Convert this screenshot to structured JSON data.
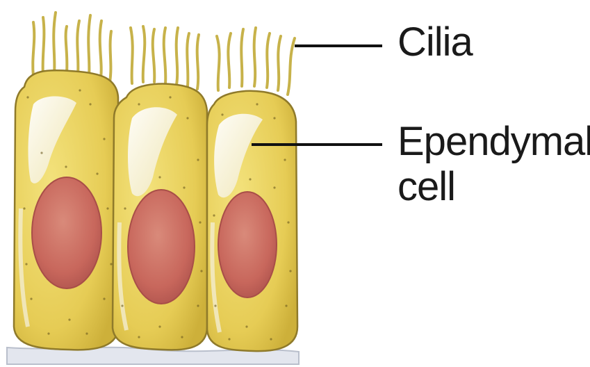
{
  "labels": {
    "cilia": "Cilia",
    "ependymal_line1": "Ependymal",
    "ependymal_line2": "cell"
  },
  "colors": {
    "cytoplasm": "#e8cf58",
    "cytoplasm_edge": "#c9ad2f",
    "cell_outline": "#8f7a2a",
    "vacuole": "#f6f1d6",
    "nucleus": "#c96a5e",
    "nucleus_edge": "#a84e48",
    "cilia": "#c7b24a",
    "leader_line": "#111111",
    "basement": "#d9dde6"
  },
  "icons": [
    "ependymal-cell-illustration"
  ]
}
